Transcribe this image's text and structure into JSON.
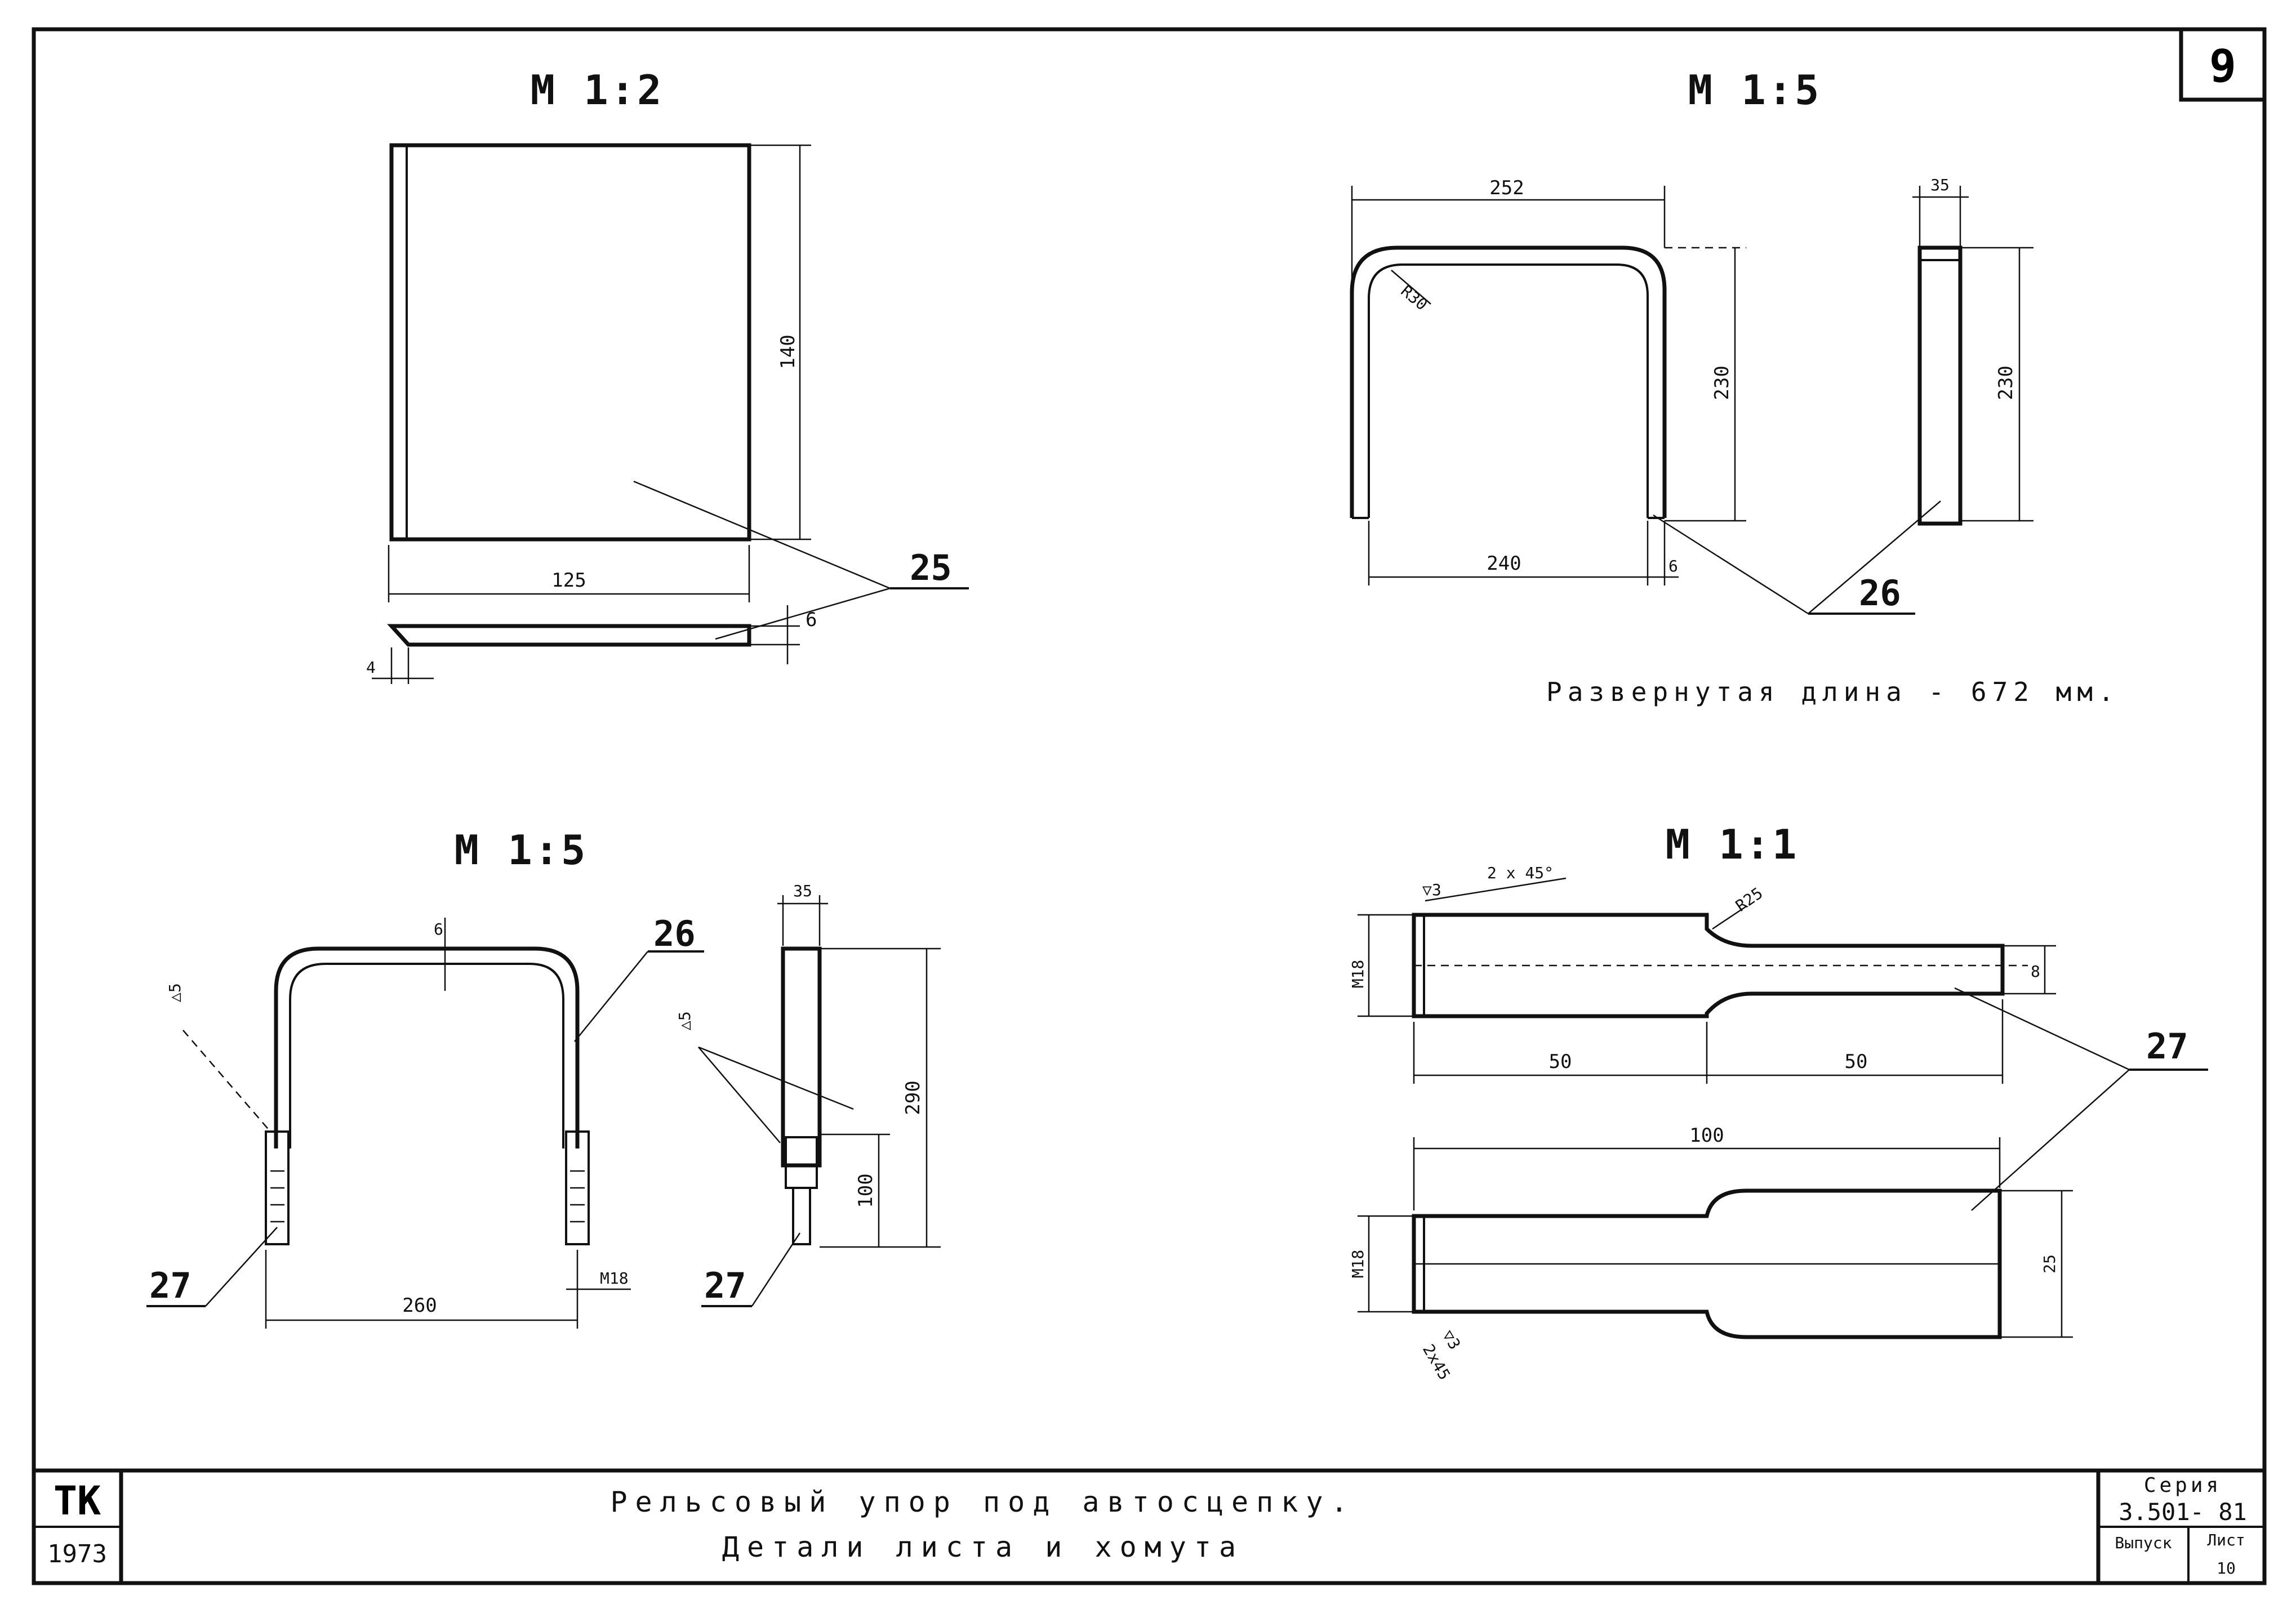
{
  "sheet_number": "9",
  "drawing_1": {
    "scale": "М 1:2",
    "dims": {
      "width": "125",
      "height": "140",
      "thickness": "6",
      "chamfer": "4"
    },
    "callout": "25"
  },
  "drawing_2": {
    "scale": "М 1:5",
    "dims": {
      "top": "252",
      "radius": "R30",
      "height": "230",
      "bottom": "240",
      "thickness": "6",
      "side_width": "35",
      "side_height": "230"
    },
    "callout": "26",
    "note": "Развернутая длина - 672 мм."
  },
  "drawing_3": {
    "scale": "М 1:5",
    "dims": {
      "thickness": "6",
      "width": "260",
      "thread": "М18",
      "side_width": "35",
      "height": "290",
      "lower": "100"
    },
    "weld_1": "△5",
    "weld_2": "△5",
    "callout_bracket": "26",
    "callout_bolt_1": "27",
    "callout_bolt_2": "27"
  },
  "drawing_4": {
    "scale": "М 1:1",
    "dims": {
      "weld": "▽3",
      "chamfer_top": "2 x 45°",
      "radius": "R25",
      "thread_1": "М18",
      "neck": "8",
      "len_1": "50",
      "len_2": "50",
      "total": "100",
      "thread_2": "М18",
      "end_width": "25",
      "weld_2": "▽3",
      "chamfer_bottom": "2x45"
    },
    "callout": "27"
  },
  "title_block": {
    "org": "ТК",
    "year": "1973",
    "title_line_1": "Рельсовый упор под автосцепку.",
    "title_line_2": "Детали листа и хомута",
    "series_label": "Серия",
    "series_number": "3.501- 81",
    "issue_label": "Выпуск",
    "sheet_label": "Лист",
    "sheet_value": "10"
  }
}
